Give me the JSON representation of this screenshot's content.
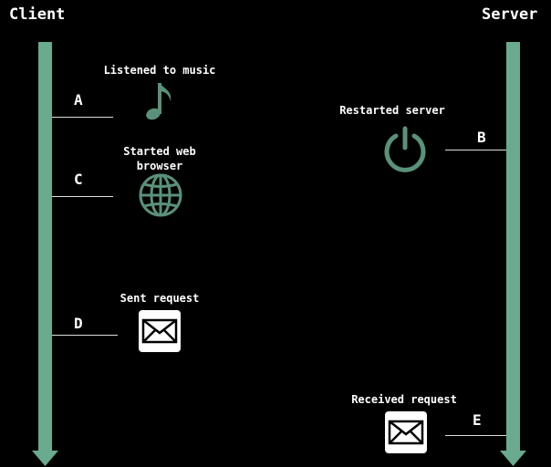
{
  "lanes": {
    "client": "Client",
    "server": "Server"
  },
  "colors": {
    "timeline": "#6aaa8e",
    "icon": "#5a917a",
    "background": "#000000"
  },
  "events": [
    {
      "letter": "A",
      "label": "Listened to music",
      "lane": "client",
      "icon": "music-note-icon"
    },
    {
      "letter": "B",
      "label": "Restarted server",
      "lane": "server",
      "icon": "power-icon"
    },
    {
      "letter": "C",
      "label": "Started web browser",
      "lane": "client",
      "icon": "globe-icon"
    },
    {
      "letter": "D",
      "label": "Sent request",
      "lane": "client",
      "icon": "envelope-icon"
    },
    {
      "letter": "E",
      "label": "Received request",
      "lane": "server",
      "icon": "envelope-icon"
    }
  ]
}
